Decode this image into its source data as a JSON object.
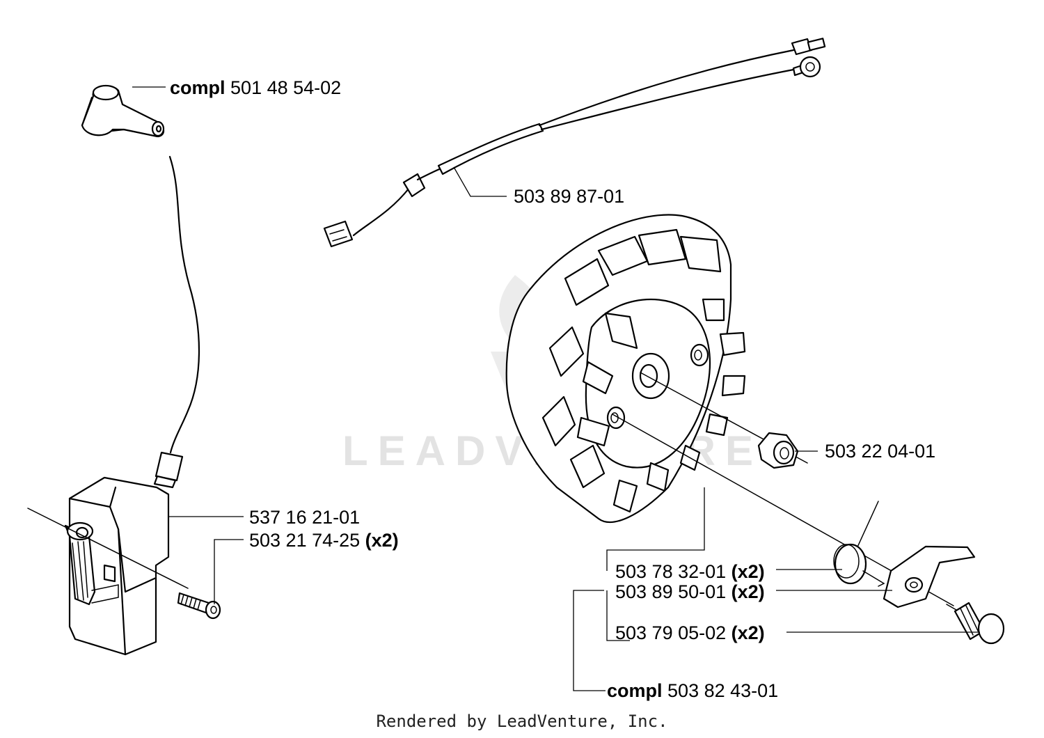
{
  "watermark": "LEADVENTURE",
  "footer": "Rendered by LeadVenture, Inc.",
  "callouts": [
    {
      "id": "plug-cap",
      "prefix": "compl",
      "number": "501 48 54-02",
      "suffix": ""
    },
    {
      "id": "cable",
      "prefix": "",
      "number": "503 89 87-01",
      "suffix": ""
    },
    {
      "id": "nut",
      "prefix": "",
      "number": "503 22 04-01",
      "suffix": ""
    },
    {
      "id": "ignition-module",
      "prefix": "",
      "number": "537 16 21-01",
      "suffix": ""
    },
    {
      "id": "module-screw",
      "prefix": "",
      "number": "503 21 74-25",
      "suffix": "(x2)"
    },
    {
      "id": "spring",
      "prefix": "",
      "number": "503 78 32-01",
      "suffix": "(x2)"
    },
    {
      "id": "pawl",
      "prefix": "",
      "number": "503 89 50-01",
      "suffix": "(x2)"
    },
    {
      "id": "pin",
      "prefix": "",
      "number": "503 79 05-02",
      "suffix": "(x2)"
    },
    {
      "id": "flywheel-complete",
      "prefix": "compl",
      "number": "503 82 43-01",
      "suffix": ""
    }
  ]
}
